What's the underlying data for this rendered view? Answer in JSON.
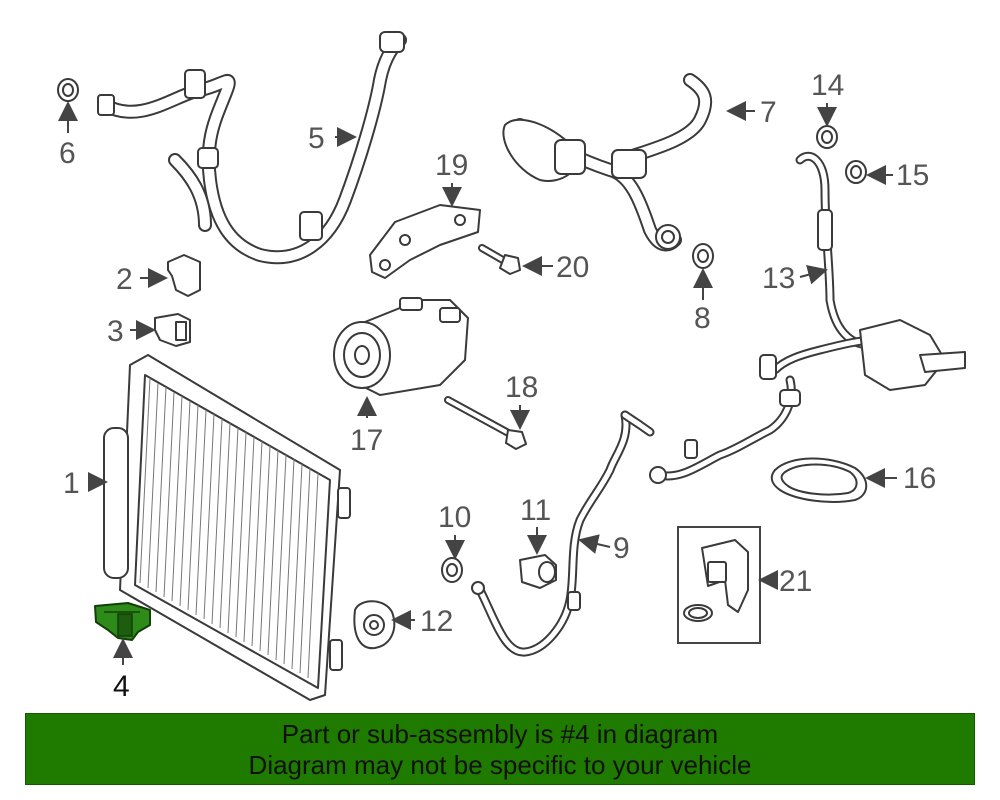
{
  "callouts": {
    "c1": "1",
    "c2": "2",
    "c3": "3",
    "c4": "4",
    "c5": "5",
    "c6": "6",
    "c7": "7",
    "c8": "8",
    "c9": "9",
    "c10": "10",
    "c11": "11",
    "c12": "12",
    "c13": "13",
    "c14": "14",
    "c15": "15",
    "c16": "16",
    "c17": "17",
    "c18": "18",
    "c19": "19",
    "c20": "20",
    "c21": "21"
  },
  "highlight": {
    "part_number": "4",
    "color": "#2e8b1a"
  },
  "banner": {
    "line1": "Part or sub-assembly is #4 in diagram",
    "line2": "Diagram may not be specific to your vehicle",
    "background": "#1f7a00"
  }
}
